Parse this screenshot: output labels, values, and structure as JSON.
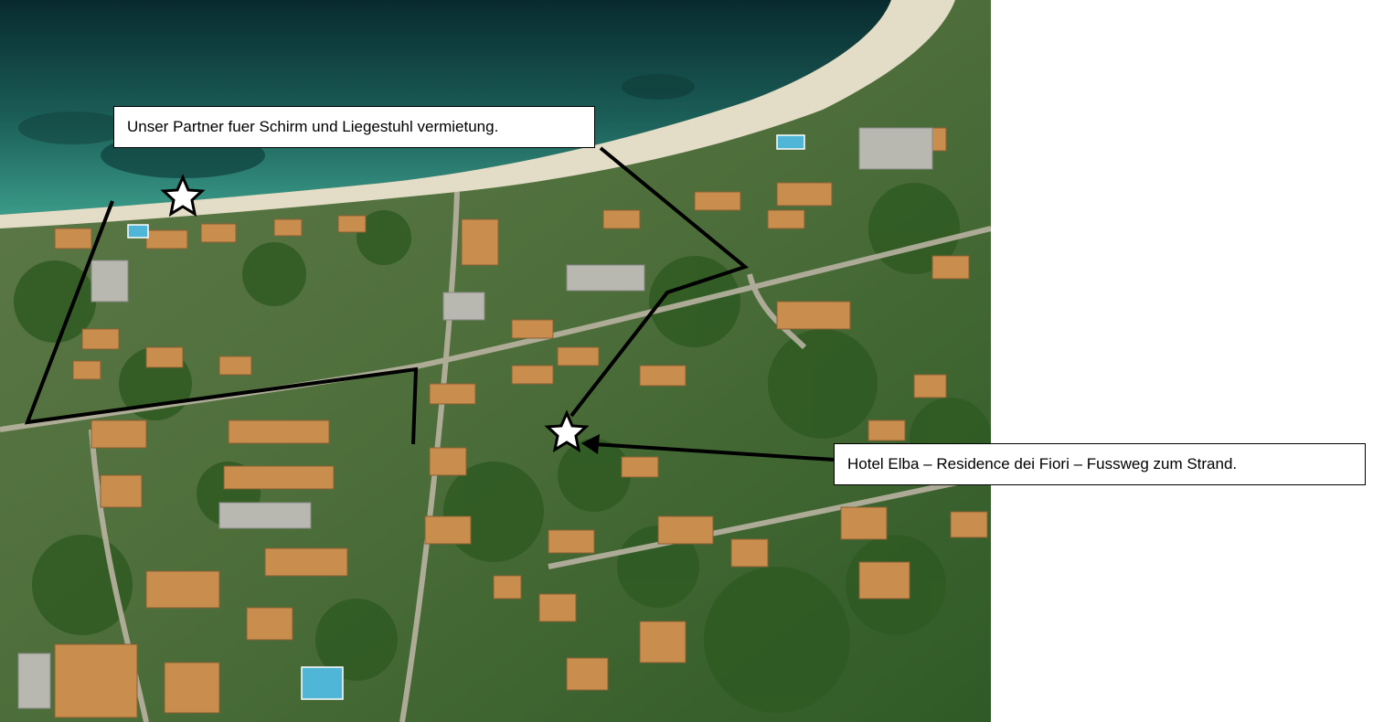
{
  "map": {
    "colors": {
      "sea_deep": "#0b3a3a",
      "sea_shallow": "#2f8f82",
      "sand": "#e3dcc6",
      "vegetation": "#3f6a2c",
      "roof": "#c98e4e",
      "pool": "#4fb6d8",
      "route": "#000000",
      "star_fill": "#ffffff"
    },
    "markers": [
      {
        "name": "beach-partner-star",
        "icon": "star-icon"
      },
      {
        "name": "hotel-star",
        "icon": "star-icon"
      }
    ]
  },
  "callouts": {
    "beach_partner": "Unser Partner fuer Schirm und Liegestuhl vermietung.",
    "hotel": "Hotel Elba – Residence dei Fiori – Fussweg zum Strand."
  }
}
